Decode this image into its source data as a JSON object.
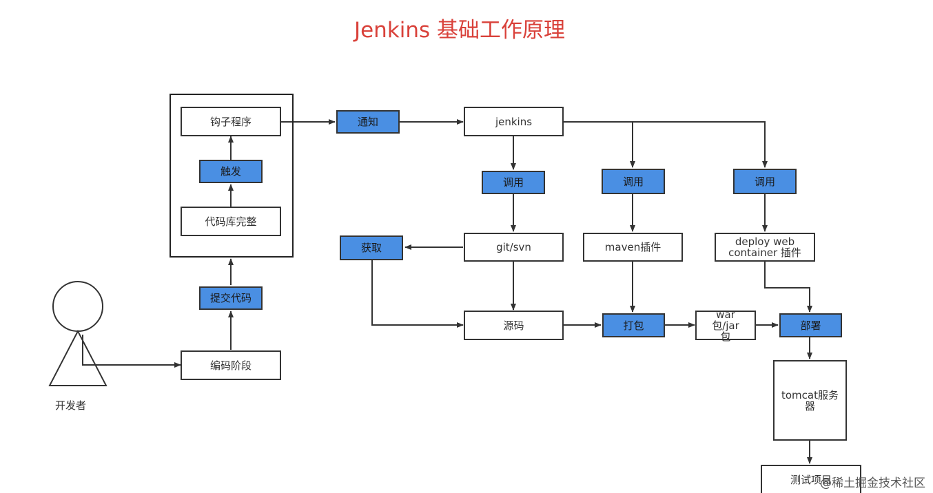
{
  "title": "Jenkins 基础工作原理",
  "actor": {
    "label": "开发者"
  },
  "nodes": {
    "hook": "钩子程序",
    "trigger": "触发",
    "repo_complete": "代码库完整",
    "commit": "提交代码",
    "coding": "编码阶段",
    "notify": "通知",
    "jenkins": "jenkins",
    "call_1": "调用",
    "call_2": "调用",
    "call_3": "调用",
    "fetch": "获取",
    "git_svn": "git/svn",
    "maven": "maven插件",
    "deploy_web": "deploy web container 插件",
    "source": "源码",
    "package": "打包",
    "war_jar": "war 包/jar包",
    "deploy": "部署",
    "tomcat": "tomcat服务器",
    "test": "测试项目"
  },
  "watermark": "@稀土掘金技术社区",
  "colors": {
    "title": "#d9413a",
    "action_fill": "#4a8fe3",
    "stroke": "#333333"
  }
}
